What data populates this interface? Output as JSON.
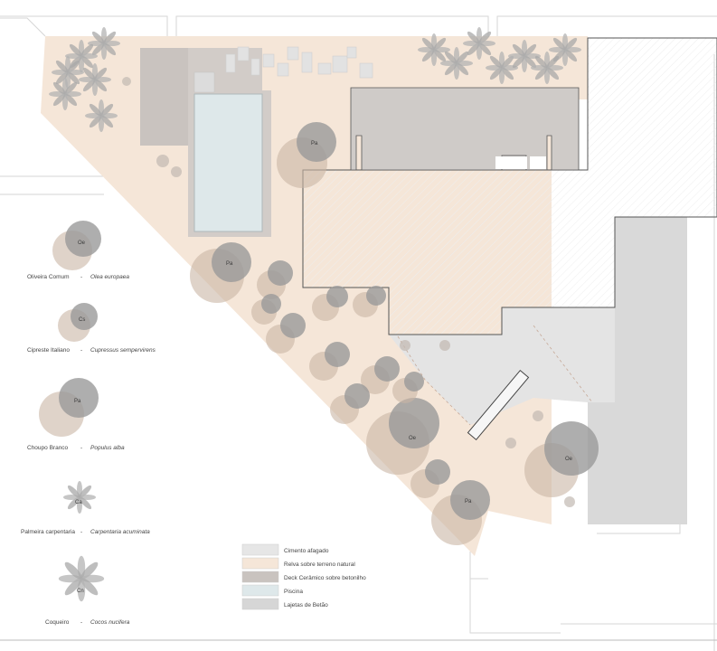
{
  "plan": {
    "colors": {
      "background": "#ffffff",
      "line": "#d6d6d6",
      "terrain": "#f5e6d8",
      "cement": "#e6e6e6",
      "deck": "#c9c3bf",
      "pool": "#dee8ea",
      "stone": "#cfcfcf",
      "tree_shadow": "#c9b5a5",
      "tree_canopy": "#9a9a9a",
      "building_outline": "#555555"
    }
  },
  "species": [
    {
      "code": "Oe",
      "common": "Oliveira Comum",
      "latin": "Olea europaea",
      "icon": "olive-tree-icon"
    },
    {
      "code": "Cs",
      "common": "Cipreste Italiano",
      "latin": "Cupressus sempervirens",
      "icon": "cypress-tree-icon"
    },
    {
      "code": "Pa",
      "common": "Choupo Branco",
      "latin": "Populus alba",
      "icon": "poplar-tree-icon"
    },
    {
      "code": "Ca",
      "common": "Palmeira carpentaria",
      "latin": "Carpentaria acuminata",
      "icon": "palm-tree-icon"
    },
    {
      "code": "Cn",
      "common": "Coqueiro",
      "latin": "Cocos nucifera",
      "icon": "coconut-palm-icon"
    }
  ],
  "separator": "-",
  "legend": [
    {
      "label": "Cimento afagado",
      "color": "#e6e6e6"
    },
    {
      "label": "Relva sobre terreno natural",
      "color": "#f5e6d8"
    },
    {
      "label": "Deck Cerâmico sobre betonilho",
      "color": "#c9c3bf"
    },
    {
      "label": "Piscina",
      "color": "#dee8ea"
    },
    {
      "label": "Lajetas de Betão",
      "color": "#d6d6d6"
    }
  ]
}
